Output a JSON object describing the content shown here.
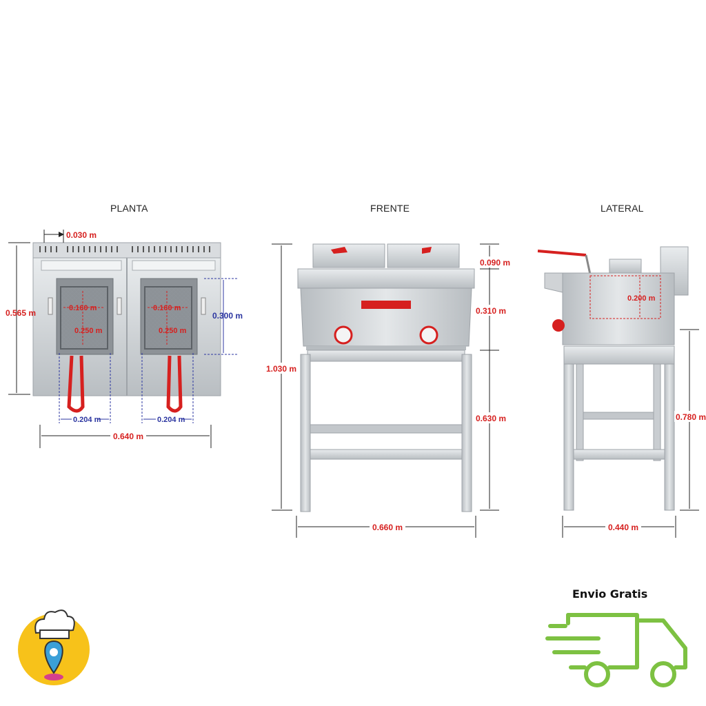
{
  "views": {
    "planta": "PLANTA",
    "frente": "FRENTE",
    "lateral": "LATERAL"
  },
  "planta_dims": {
    "top_offset": "0.030 m",
    "depth": "0.565 m",
    "basket_depth": "0.300 m",
    "basket_inner_left": "0.160 m",
    "basket_inner_right": "0.160 m",
    "basket_len_left": "0.250 m",
    "basket_len_right": "0.250 m",
    "basket_w_left": "0.204 m",
    "basket_w_right": "0.204 m",
    "width": "0.640 m"
  },
  "frente_dims": {
    "top": "0.090 m",
    "body": "0.310 m",
    "legs": "0.630 m",
    "total_height": "1.030 m",
    "width": "0.660 m"
  },
  "lateral_dims": {
    "inner": "0.200 m",
    "height": "0.780 m",
    "width": "0.440 m"
  },
  "badge": {
    "free_shipping": "Envio Gratis"
  },
  "colors": {
    "red_dim": "#d6201f",
    "blue_dim": "#2b35a0",
    "steel": "#c9cdd1",
    "truck_green": "#7dc142",
    "logo_yellow": "#f7c21a"
  },
  "icons": [
    "chef-hat-location-logo",
    "delivery-truck-icon"
  ]
}
